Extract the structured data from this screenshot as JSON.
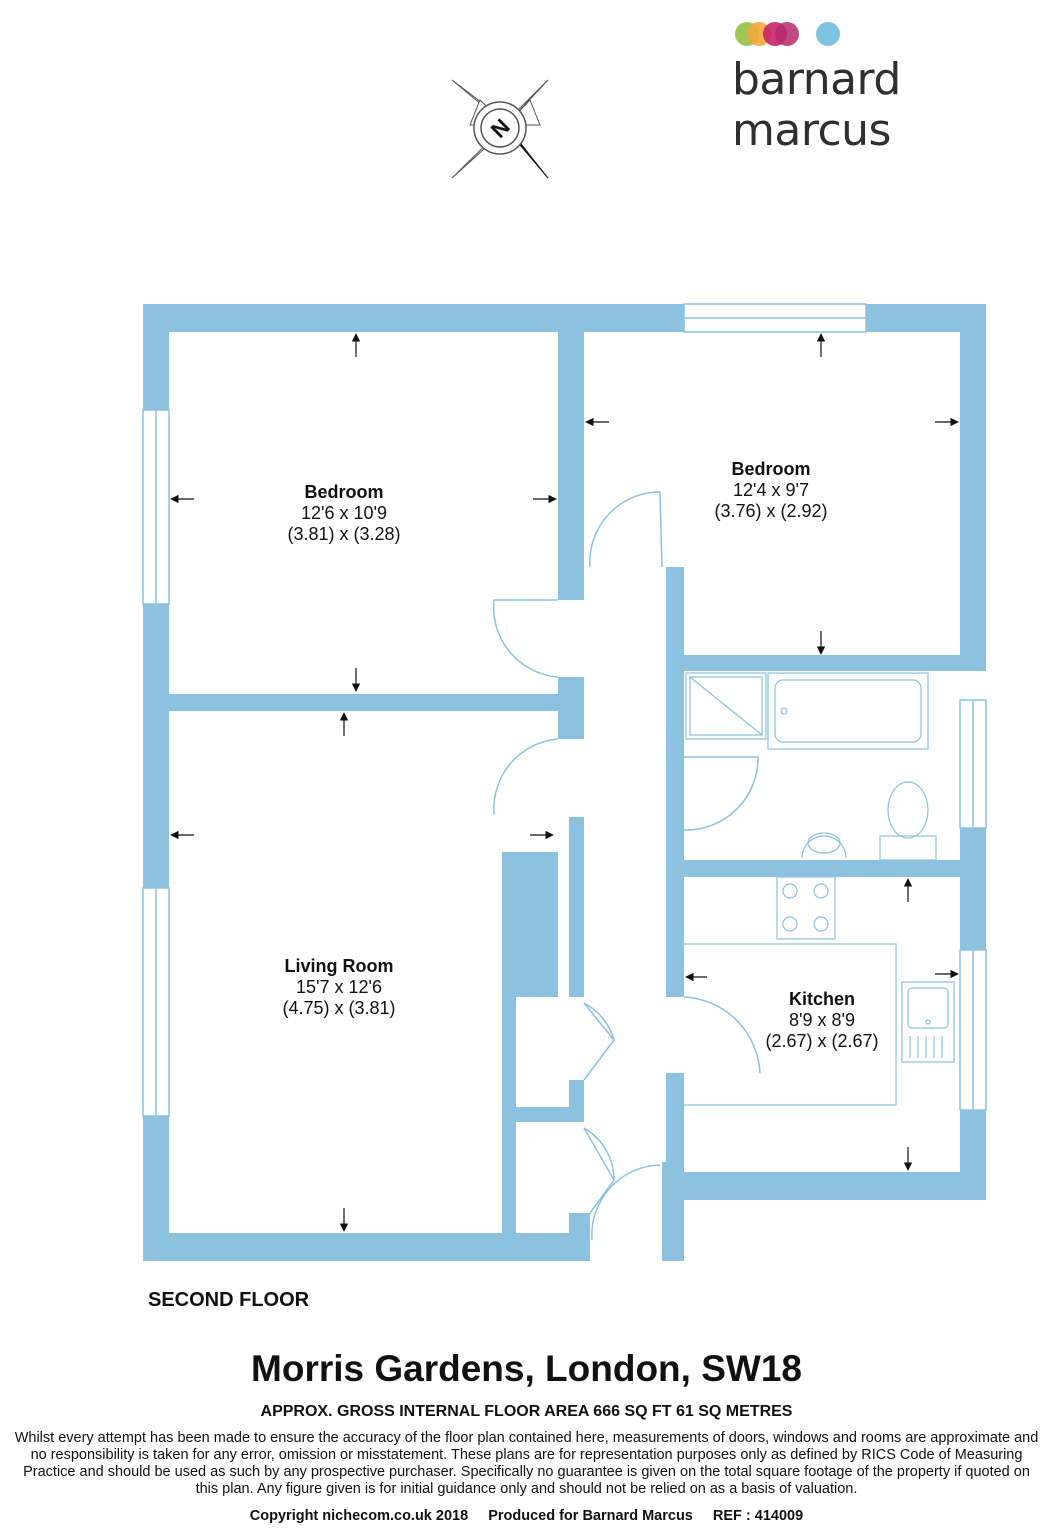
{
  "brand": {
    "name": "barnard marcus",
    "dot_colors": [
      "#9bc34a",
      "#f3a73b",
      "#c5236a",
      "#b52b6c",
      "#7ec3e0"
    ]
  },
  "colors": {
    "wall": "#8cc2df",
    "fixture_line": "#8cc2df",
    "text": "#111111"
  },
  "compass": {
    "letter": "N"
  },
  "rooms": [
    {
      "name": "Bedroom",
      "imperial": "12'6 x 10'9",
      "metric": "(3.81) x (3.28)"
    },
    {
      "name": "Bedroom",
      "imperial": "12'4 x 9'7",
      "metric": "(3.76) x (2.92)"
    },
    {
      "name": "Living Room",
      "imperial": "15'7 x 12'6",
      "metric": "(4.75) x (3.81)"
    },
    {
      "name": "Kitchen",
      "imperial": "8'9 x 8'9",
      "metric": "(2.67) x (2.67)"
    }
  ],
  "floor_label": "SECOND FLOOR",
  "address": "Morris Gardens, London, SW18",
  "area": "APPROX. GROSS INTERNAL FLOOR AREA 666 SQ FT 61 SQ METRES",
  "disclaimer": "Whilst every attempt has been made to ensure the accuracy of the floor plan contained here, measurements of doors, windows and rooms are approximate and no responsibility is taken for any error, omission or misstatement. These plans are for representation purposes only as defined by RICS Code of Measuring Practice and should be used as such by any prospective purchaser.  Specifically no guarantee is given on the total square footage of the property if quoted on this plan. Any figure given is for initial guidance only and should not be relied on as a basis of valuation.",
  "footer": {
    "copyright": "Copyright nichecom.co.uk 2018",
    "produced": "Produced for Barnard Marcus",
    "ref": "REF : 414009"
  }
}
